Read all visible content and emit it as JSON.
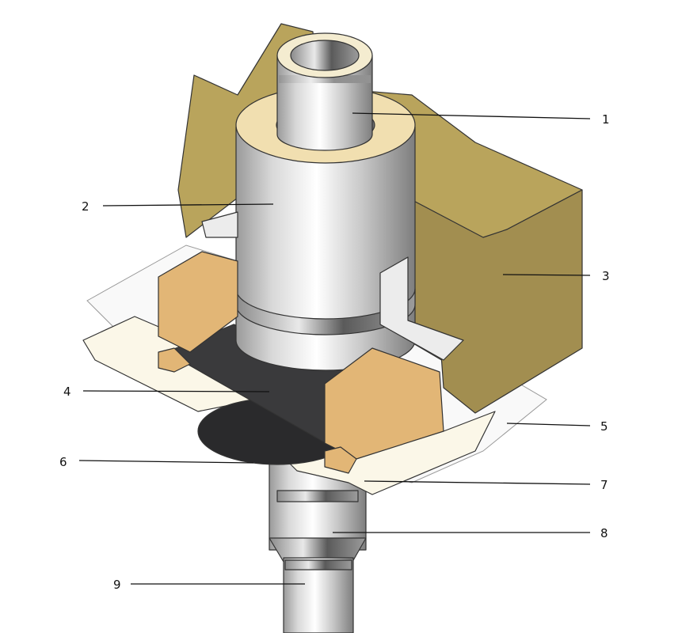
{
  "diagram": {
    "type": "chimney-pipe-installation-cutaway",
    "colors": {
      "wall_top": "#b9a45c",
      "wall_side": "#a28e50",
      "brick": "#e2b676",
      "insulation": "#f1dfb0",
      "plate": "#fbf7e8",
      "seal": "#2e2e30",
      "metal_light": "#f2f2f2",
      "metal_dark": "#8a8a8a"
    },
    "callouts": [
      {
        "number": "1"
      },
      {
        "number": "2"
      },
      {
        "number": "3"
      },
      {
        "number": "4"
      },
      {
        "number": "5"
      },
      {
        "number": "6"
      },
      {
        "number": "7"
      },
      {
        "number": "8"
      },
      {
        "number": "9"
      }
    ]
  }
}
